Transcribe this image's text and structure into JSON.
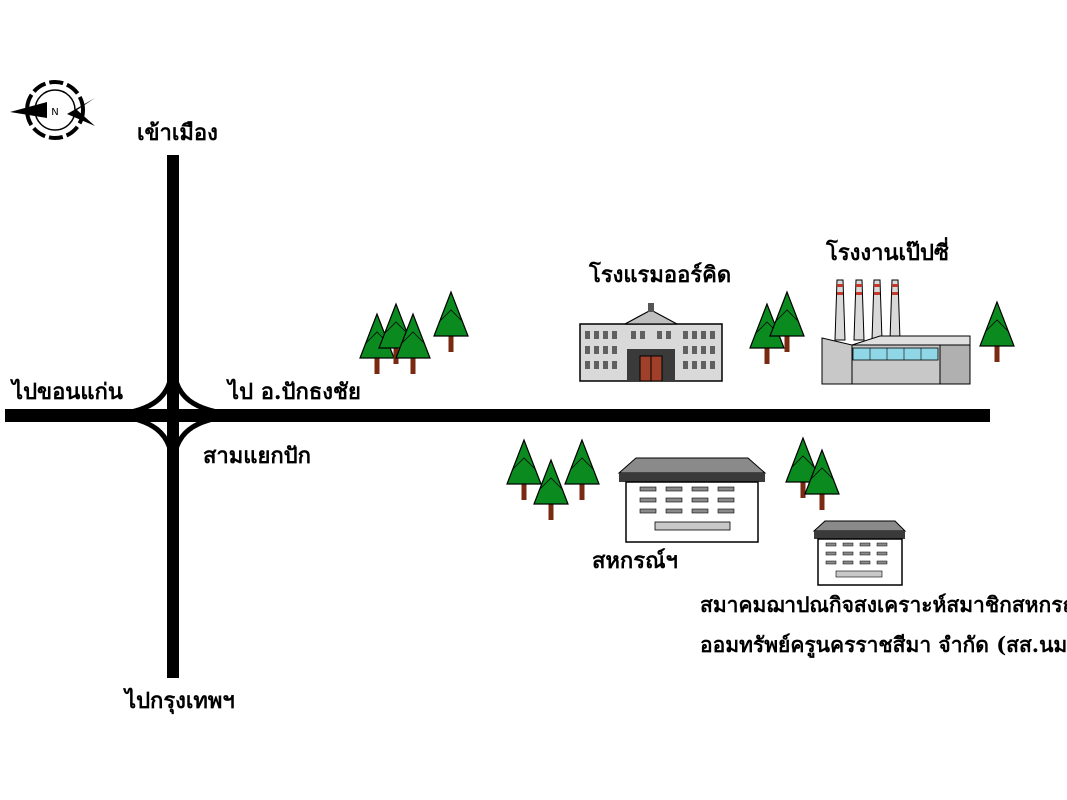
{
  "colors": {
    "road": "#000000",
    "tree_fill": "#0b8a1f",
    "trunk": "#7a2a12",
    "building_wall": "#d9d9d9",
    "window": "#606060",
    "factory_window": "#8fd7e6",
    "chimney_stripe": "#c0392b"
  },
  "compass": {
    "letter": "N",
    "icon": "north-arrow-icon"
  },
  "labels": {
    "to_city": "เข้าเมือง",
    "to_khon_kaen": "ไปขอนแก่น",
    "to_pak_thong_chai": "ไป อ.ปักธงชัย",
    "pak_junction": "สามแยกปัก",
    "to_bangkok": "ไปกรุงเทพฯ",
    "orchid_hotel": "โรงแรมออร์คิด",
    "pepsi_factory": "โรงงานเป๊ปซี่",
    "cooperative": "สหกรณ์ฯ",
    "association_line1": "สมาคมฌาปณกิจสงเคราะห์สมาชิกสหกรณ์",
    "association_line2": "ออมทรัพย์ครูนครราชสีมา จำกัด (สส.นม.)"
  }
}
